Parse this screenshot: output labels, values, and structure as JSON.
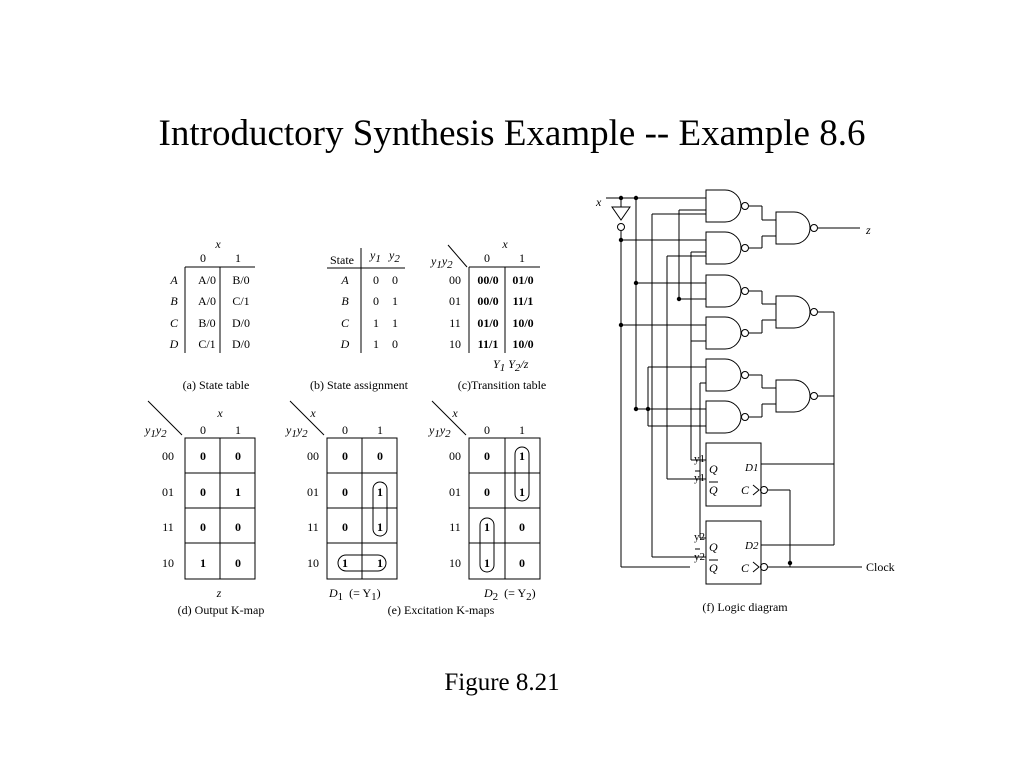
{
  "title": "Introductory Synthesis Example -- Example 8.6",
  "caption": "Figure 8.21",
  "state_table": {
    "input_var": "x",
    "cols": [
      "0",
      "1"
    ],
    "rows": [
      {
        "state": "A",
        "c0": "A/0",
        "c1": "B/0"
      },
      {
        "state": "B",
        "c0": "A/0",
        "c1": "C/1"
      },
      {
        "state": "C",
        "c0": "B/0",
        "c1": "D/0"
      },
      {
        "state": "D",
        "c0": "C/1",
        "c1": "D/0"
      }
    ],
    "label": "(a) State table"
  },
  "state_assignment": {
    "header": "State",
    "var1": "y",
    "sub1": "1",
    "var2": "y",
    "sub2": "2",
    "rows": [
      {
        "state": "A",
        "y1": "0",
        "y2": "0"
      },
      {
        "state": "B",
        "y1": "0",
        "y2": "1"
      },
      {
        "state": "C",
        "y1": "1",
        "y2": "1"
      },
      {
        "state": "D",
        "y1": "1",
        "y2": "0"
      }
    ],
    "label": "(b) State assignment"
  },
  "transition_table": {
    "input_var": "x",
    "row_var": "y",
    "cols": [
      "0",
      "1"
    ],
    "rows": [
      {
        "code": "00",
        "c0": "00/0",
        "c1": "01/0"
      },
      {
        "code": "01",
        "c0": "00/0",
        "c1": "11/1"
      },
      {
        "code": "11",
        "c0": "01/0",
        "c1": "10/0"
      },
      {
        "code": "10",
        "c0": "11/1",
        "c1": "10/0"
      }
    ],
    "output_label": "/z",
    "label": "(c)Transition table"
  },
  "kmaps": [
    {
      "input_var": "x",
      "cols": [
        "0",
        "1"
      ],
      "rows": [
        "00",
        "01",
        "11",
        "10"
      ],
      "cells": [
        [
          "0",
          "0"
        ],
        [
          "0",
          "1"
        ],
        [
          "0",
          "0"
        ],
        [
          "1",
          "0"
        ]
      ],
      "func": "z"
    },
    {
      "input_var": "x",
      "cols": [
        "0",
        "1"
      ],
      "rows": [
        "00",
        "01",
        "11",
        "10"
      ],
      "cells": [
        [
          "0",
          "0"
        ],
        [
          "0",
          "1"
        ],
        [
          "0",
          "1"
        ],
        [
          "1",
          "1"
        ]
      ],
      "func_main": "D",
      "func_sub": "1",
      "func_eq": "(= Y",
      "func_eq_sub": "1",
      "func_close": ")"
    },
    {
      "input_var": "x",
      "cols": [
        "0",
        "1"
      ],
      "rows": [
        "00",
        "01",
        "11",
        "10"
      ],
      "cells": [
        [
          "0",
          "1"
        ],
        [
          "0",
          "1"
        ],
        [
          "1",
          "0"
        ],
        [
          "1",
          "0"
        ]
      ],
      "func_main": "D",
      "func_sub": "2",
      "func_eq": "(= Y",
      "func_eq_sub": "2",
      "func_close": ")"
    }
  ],
  "kmap_labels": {
    "output": "(d) Output K-map",
    "excitation": "(e) Excitation K-maps"
  },
  "logic_diagram": {
    "input_label": "x",
    "output_label": "z",
    "clock_label": "Clock",
    "ff1": {
      "q_label": "Q",
      "qbar_label": "Q",
      "d_label": "D1",
      "c_label": "C",
      "out": "y1",
      "out_bar": "y1"
    },
    "ff2": {
      "q_label": "Q",
      "qbar_label": "Q",
      "d_label": "D2",
      "c_label": "C",
      "out": "y2",
      "out_bar": "y2"
    },
    "label": "(f) Logic diagram"
  }
}
